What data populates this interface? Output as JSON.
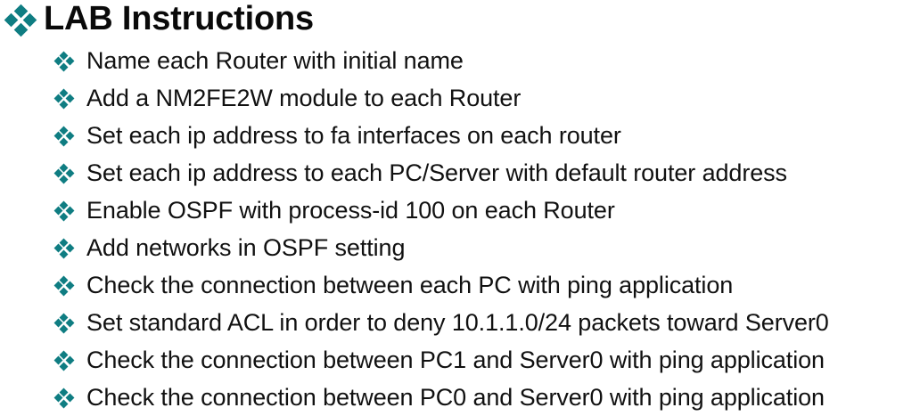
{
  "slide": {
    "background_color": "#ffffff",
    "accent_color": "#0f7d82",
    "text_color": "#111111",
    "title": "LAB Instructions",
    "title_bullet_icon": "diamond-cluster-icon",
    "item_bullet_icon": "diamond-cluster-icon",
    "items": [
      {
        "text": "Name each Router with initial name"
      },
      {
        "text": "Add a NM2FE2W module to each Router"
      },
      {
        "text": "Set each ip address to fa interfaces on each router"
      },
      {
        "text": "Set each ip address to each PC/Server with default router address"
      },
      {
        "text": "Enable OSPF with process-id 100 on each Router"
      },
      {
        "text": "Add networks in OSPF setting"
      },
      {
        "text": "Check the connection between each PC with ping application"
      },
      {
        "text": "Set standard ACL in order to deny 10.1.1.0/24 packets toward Server0"
      },
      {
        "text": "Check the connection between PC1 and Server0 with ping application"
      },
      {
        "text": "Check the connection between PC0 and Server0 with ping application"
      }
    ]
  }
}
